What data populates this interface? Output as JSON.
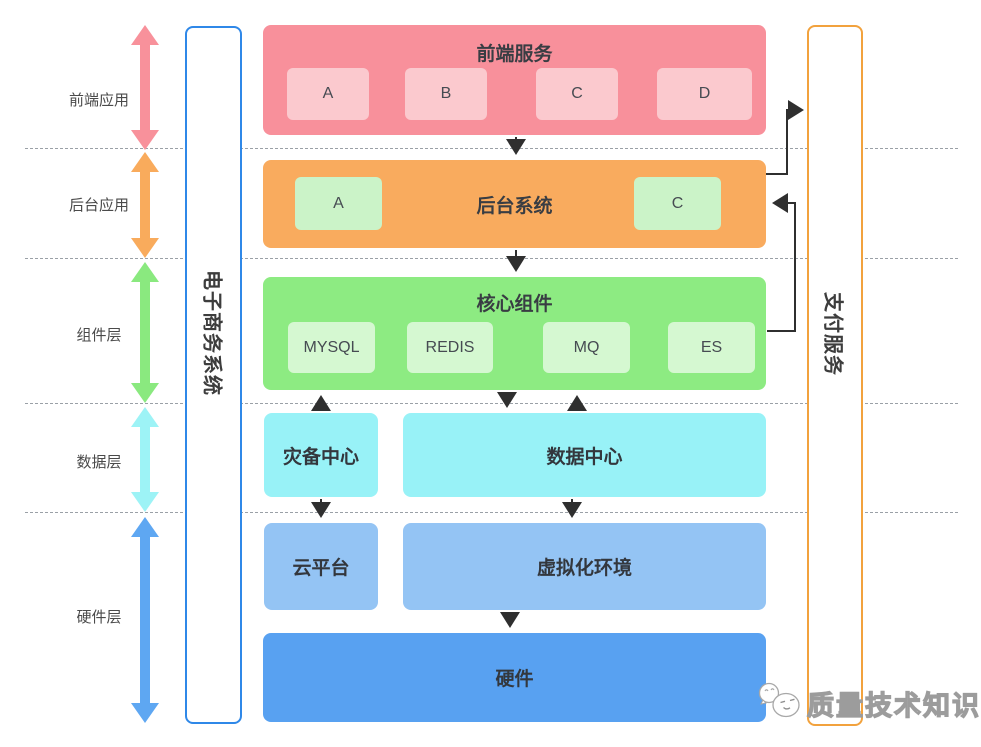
{
  "layers": [
    {
      "label": "前端应用",
      "color": "#f8919b"
    },
    {
      "label": "后台应用",
      "color": "#f9ab5c"
    },
    {
      "label": "组件层",
      "color": "#8ae97f"
    },
    {
      "label": "数据层",
      "color": "#9df3f6"
    },
    {
      "label": "硬件层",
      "color": "#5ea7f2"
    }
  ],
  "pillars": {
    "left": {
      "label": "电子商务系统",
      "border_color": "#2f88e8"
    },
    "right": {
      "label": "支付服务",
      "border_color": "#f2a23d"
    }
  },
  "blocks": {
    "frontend": {
      "title": "前端服务",
      "items": [
        "A",
        "B",
        "C",
        "D"
      ],
      "bg": "#f8909b",
      "item_bg": "#fbc9ce"
    },
    "backend": {
      "title": "后台系统",
      "items": [
        "A",
        "C"
      ],
      "bg": "#f9ab5e",
      "item_bg": "#cbf3c8"
    },
    "core": {
      "title": "核心组件",
      "items": [
        "MYSQL",
        "REDIS",
        "MQ",
        "ES"
      ],
      "bg": "#8deb82",
      "item_bg": "#d5f8d1"
    },
    "disaster": {
      "title": "灾备中心",
      "bg": "#98f2f7"
    },
    "datacenter": {
      "title": "数据中心",
      "bg": "#98f2f7"
    },
    "cloud": {
      "title": "云平台",
      "bg": "#94c4f4"
    },
    "virtualization": {
      "title": "虚拟化环境",
      "bg": "#94c4f4"
    },
    "hardware": {
      "title": "硬件",
      "bg": "#58a1f1"
    }
  },
  "connectors": {
    "color": "#2f2f2f",
    "list": [
      "frontend-to-backend-down",
      "backend-to-core-down",
      "disaster-to-core-up",
      "core-to-datacenter-down",
      "datacenter-to-core-up",
      "disaster-to-cloud-down",
      "datacenter-to-virtualization-down",
      "virtualization-to-hardware-down",
      "backend-to-payment-right",
      "core-to-backend-return-left"
    ]
  },
  "watermark": {
    "text": "质量技术知识"
  }
}
